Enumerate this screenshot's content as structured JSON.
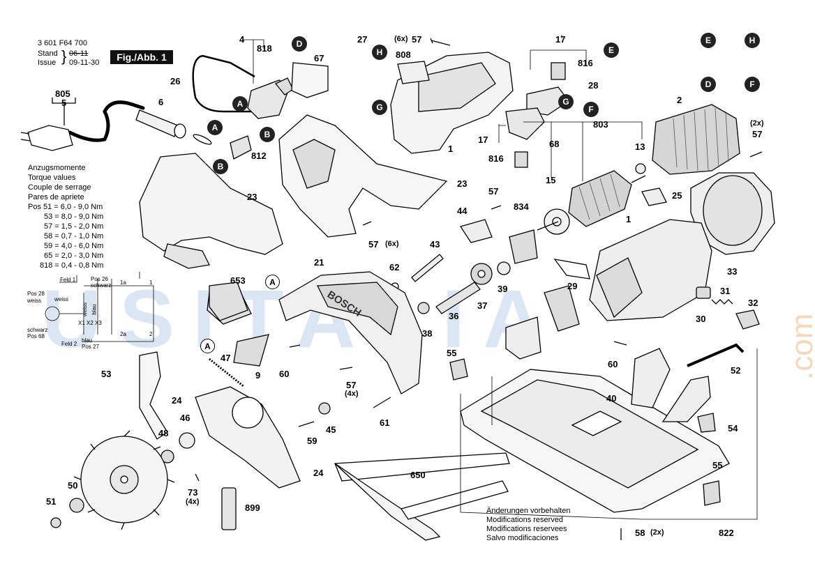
{
  "header": {
    "part_number": "3 601 F64 700",
    "stand_label": "Stand",
    "stand_value": "06-11",
    "issue_label": "Issue",
    "issue_value": "09-11-30",
    "figure_label": "Fig./Abb. 1"
  },
  "torque": {
    "lines": [
      "Anzugsmomente",
      "Torque values",
      "Couple de serrage",
      "Pares de apriete",
      "Pos  51 = 6,0 - 9,0 Nm",
      "53 = 8,0 - 9,0 Nm",
      "57 = 1,5 - 2,0 Nm",
      "58 = 0,7 - 1,0 Nm",
      "59 = 4,0 - 6,0 Nm",
      "65 = 2,0 - 3,0 Nm",
      "818 = 0,4 - 0,8 Nm"
    ]
  },
  "wiring": {
    "feld1": "Feld 1",
    "feld2": "Feld 2",
    "weiss1": "weiss",
    "pos28": "Pos 28",
    "weiss2": "weiss",
    "schwarz1": "schwarz",
    "pos68": "Pos 68",
    "pos26": "Pos 26",
    "schwarz2": "schwarz",
    "weiss3": "weiss",
    "blau1": "blau",
    "blau2": "blau",
    "pos27": "Pos 27",
    "x1": "X1",
    "x2": "X2",
    "x3": "X3",
    "sw1": "1a",
    "sw2": "2a",
    "one": "1",
    "two": "2"
  },
  "notes": {
    "lines": [
      "Änderungen vorbehalten",
      "Modifications reserved",
      "Modifications reservees",
      "Salvo modificaciones"
    ]
  },
  "part_labels": {
    "p4": "4",
    "p818a": "818",
    "p26": "26",
    "p67": "67",
    "p27": "27",
    "p805": "805",
    "p5": "5",
    "p6": "6",
    "p812": "812",
    "p23a": "23",
    "p23b": "23",
    "p6x57": "(6x)",
    "p57a": "57",
    "p808": "808",
    "p1a": "1",
    "p17a": "17",
    "p816a": "816",
    "p28": "28",
    "p17b": "17",
    "p816b": "816",
    "p68": "68",
    "p803": "803",
    "p13": "13",
    "p2": "2",
    "p2x": "(2x)",
    "p57b": "57",
    "p25": "25",
    "p15": "15",
    "p834": "834",
    "p57c": "57",
    "p44": "44",
    "p57d": "57",
    "p6xb": "(6x)",
    "p43": "43",
    "p21": "21",
    "p62": "62",
    "p653": "653",
    "p9": "9",
    "p60a": "60",
    "p47": "47",
    "p38": "38",
    "p36": "36",
    "p37": "37",
    "p39": "39",
    "p1b": "1",
    "p29": "29",
    "p33": "33",
    "p31": "31",
    "p32": "32",
    "p30": "30",
    "p53": "53",
    "p55a": "55",
    "p57e": "57",
    "p4x": "(4x)",
    "p60b": "60",
    "p52": "52",
    "p24a": "24",
    "p46": "46",
    "p45": "45",
    "p61": "61",
    "p40": "40",
    "p54": "54",
    "p59": "59",
    "p48": "48",
    "p24b": "24",
    "p73": "73",
    "p4xb": "(4x)",
    "p650": "650",
    "p55b": "55",
    "p50": "50",
    "p899": "899",
    "p51": "51",
    "p58": "58",
    "p2xb": "(2x)",
    "p822": "822",
    "bosch": "BOSCH"
  },
  "callouts": {
    "A": "A",
    "B": "B",
    "D": "D",
    "E": "E",
    "F": "F",
    "G": "G",
    "H": "H"
  },
  "watermark": {
    "text": "USITALIA",
    "com": ".com"
  }
}
